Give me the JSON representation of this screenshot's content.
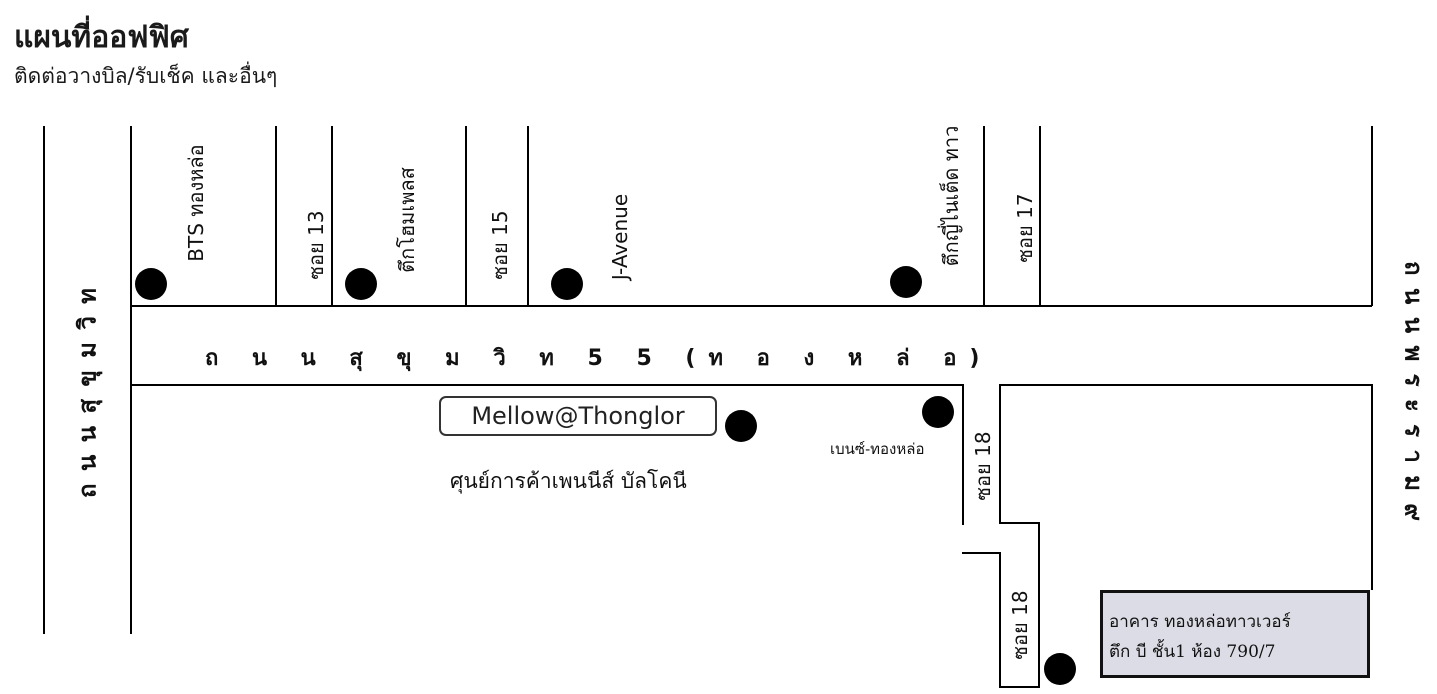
{
  "header": {
    "title": "แผนที่ออฟฟิศ",
    "subtitle": "ติดต่อวางบิล/รับเช็ค และอื่นๆ"
  },
  "roads": {
    "main": "ถ  น  น  สุ  ขุ  ม  วิ  ท 5 5  (ท  อ  ง  ห  ล่  อ)",
    "left": "ถ  น  น  สุ  ขุ  ม  วิ  ท",
    "right": "ถ  น  น  พ  ร  ะ  ร  า  ม  ๙",
    "soi13": "ซอย 13",
    "soi15": "ซอย 15",
    "soi17": "ซอย 17",
    "soi18_a": "ซอย 18",
    "soi18_b": "ซอย 18"
  },
  "landmarks": {
    "bts": "BTS ทองหล่อ",
    "home_place": "ตึกโฮมเพลส",
    "j_avenue": "J-Avenue",
    "yai_building": "ตึกญี่ไนเต็ด ทาว",
    "mellow": "Mellow@Thonglor",
    "penny": "ศุนย์การค้าเพนนีส์ บัลโคนี",
    "benz": "เบนซ์-ทองหล่อ"
  },
  "destination": {
    "line1": "อาคาร ทองหล่อทาวเวอร์",
    "line2": "ตึก บี ชั้น1 ห้อง 790/7"
  },
  "colors": {
    "building_fill": "#dcdce6",
    "line": "#000000"
  }
}
